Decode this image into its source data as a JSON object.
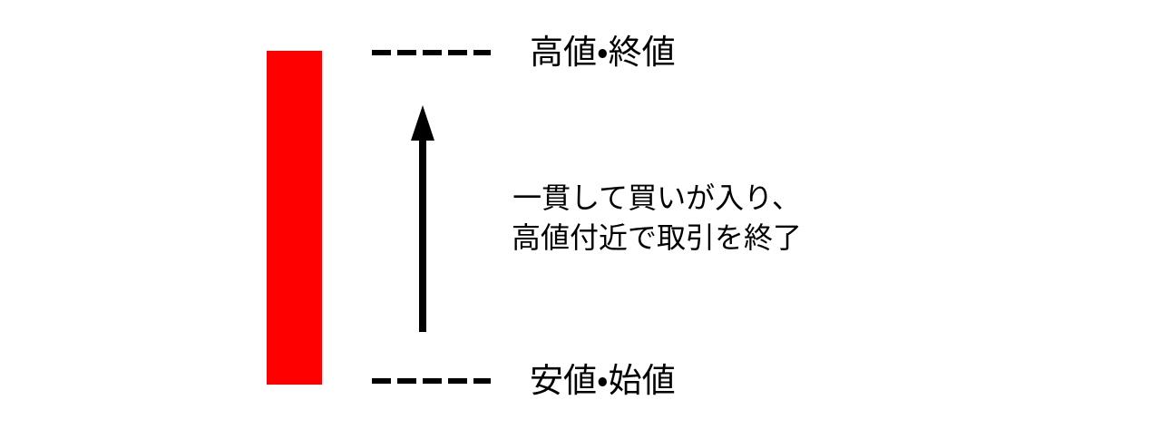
{
  "diagram": {
    "type": "candlestick-explainer",
    "background_color": "#ffffff",
    "candle": {
      "name": "bullish-marubozu",
      "body_color": "#ff0000",
      "outline_color": "#ff0000",
      "has_upper_wick": false,
      "has_lower_wick": false
    },
    "levels": {
      "top": {
        "label": "高値・終値",
        "line_style": "dashed",
        "line_color": "#000000",
        "dash_count": 5
      },
      "bottom": {
        "label": "安値・始値",
        "line_style": "dashed",
        "line_color": "#000000",
        "dash_count": 5
      }
    },
    "arrow": {
      "direction": "up",
      "color": "#000000"
    },
    "annotation": {
      "lines": [
        "一貫して買いが入り、",
        "高値付近で取引を終了"
      ]
    }
  }
}
